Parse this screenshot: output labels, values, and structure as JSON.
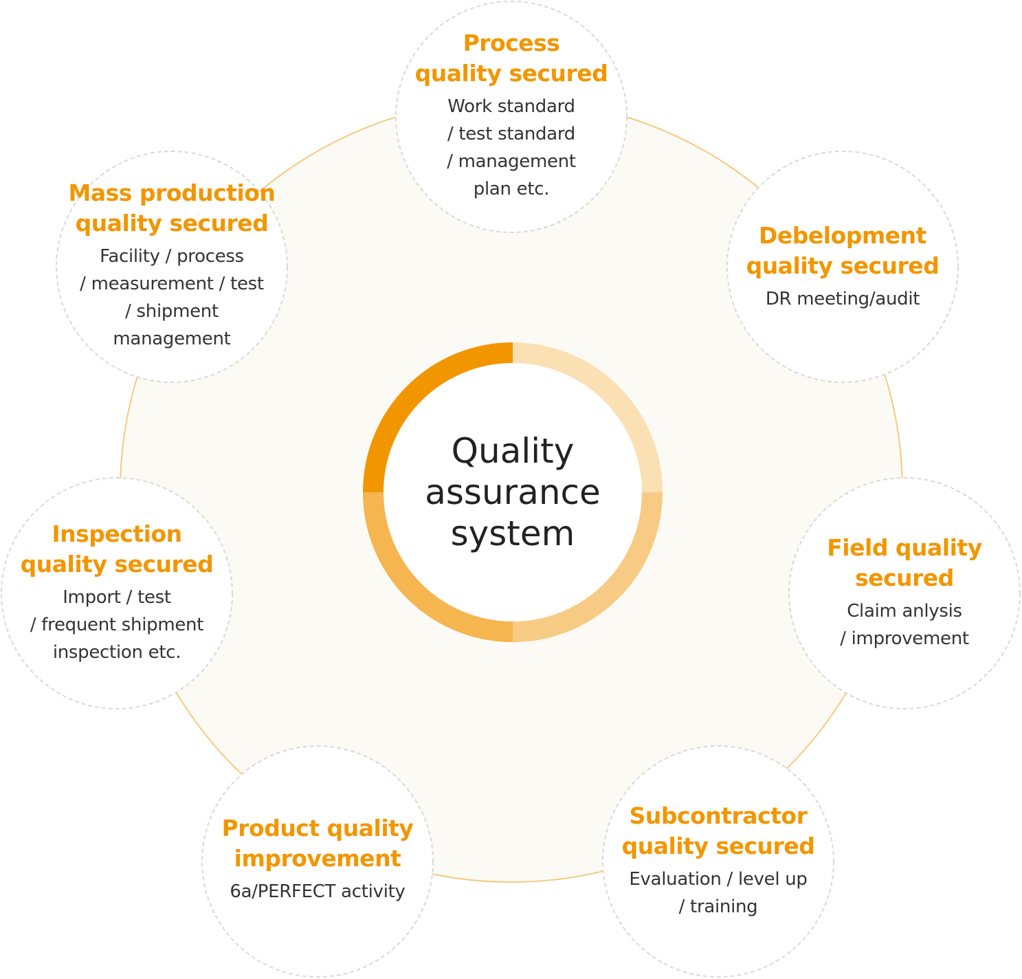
{
  "center": {
    "label": "Quality\nassurance\nsystem"
  },
  "colors": {
    "accent": "#f29600",
    "ring_tl": "#f29600",
    "ring_tr": "#fbe0b3",
    "ring_br": "#f8cb84",
    "ring_bl": "#f5b54f",
    "outer_stroke": "#f7c97e",
    "outer_fill": "#fcfaf5"
  },
  "nodes": [
    {
      "title": "Process\nquality secured",
      "desc": "Work standard\n/ test standard\n/ management\nplan etc."
    },
    {
      "title": "Debelopment\nquality secured",
      "desc": "DR meeting/audit"
    },
    {
      "title": "Field quality\nsecured",
      "desc": "Claim anlysis\n/ improvement"
    },
    {
      "title": "Subcontractor\nquality secured",
      "desc": "Evaluation / level up\n/ training"
    },
    {
      "title": "Product quality\nimprovement",
      "desc": "6a/PERFECT activity"
    },
    {
      "title": "Inspection\nquality secured",
      "desc": "Import / test\n/ frequent shipment\ninspection etc."
    },
    {
      "title": "Mass production\nquality secured",
      "desc": "Facility / process\n/ measurement / test\n/ shipment\nmanagement"
    }
  ]
}
